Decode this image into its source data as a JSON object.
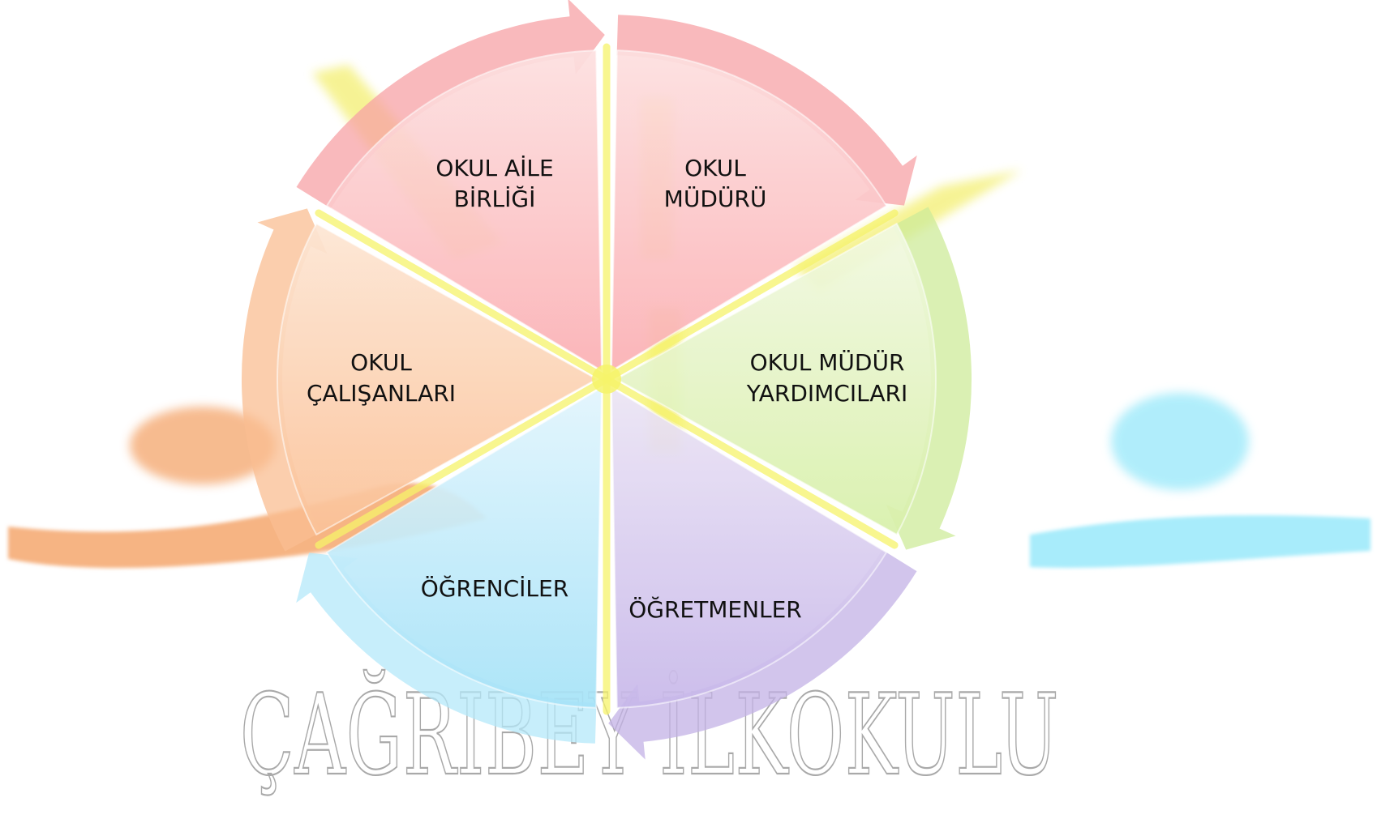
{
  "watermark": {
    "text": "ÇAĞRIBEY İLKOKULU"
  },
  "diagram": {
    "segments": [
      {
        "id": "okul-aile-birligi",
        "lines": [
          "OKUL AİLE",
          "BİRLİĞİ"
        ],
        "color_top": "#fde0e0",
        "color_bottom": "#fbb0b4",
        "arrow_color": "#f7a1a6"
      },
      {
        "id": "okul-muduru",
        "lines": [
          "OKUL",
          "MÜDÜRÜ"
        ],
        "color_top": "#fde0e0",
        "color_bottom": "#fbb0b4",
        "arrow_color": "#f7a1a6"
      },
      {
        "id": "okul-mudur-yardimcilari",
        "lines": [
          "OKUL MÜDÜR",
          "YARDIMCILARI"
        ],
        "color_top": "#f2f9e2",
        "color_bottom": "#d8f0aa",
        "arrow_color": "#cdeb9a"
      },
      {
        "id": "ogretmenler",
        "lines": [
          "ÖĞRETMENLER"
        ],
        "color_top": "#ece5f5",
        "color_bottom": "#c8b8ea",
        "arrow_color": "#c3b1e6"
      },
      {
        "id": "ogrenciler",
        "lines": [
          "ÖĞRENCİLER"
        ],
        "color_top": "#e2f5fd",
        "color_bottom": "#a6e3f8",
        "arrow_color": "#b4e8fa"
      },
      {
        "id": "okul-calisanlari",
        "lines": [
          "OKUL",
          "ÇALIŞANLARI"
        ],
        "color_top": "#fde6d4",
        "color_bottom": "#fbc298",
        "arrow_color": "#f9bd92"
      }
    ],
    "center_color": "#f6f36a",
    "watermark_colors": {
      "sun": "#f4f07a",
      "orange": "#f6b483",
      "cyan": "#a8ecfb"
    }
  }
}
